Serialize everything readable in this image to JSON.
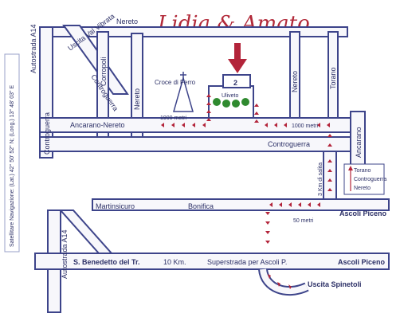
{
  "title": "Lidia & Amato",
  "side_caption": "Satellitare Navigazione: (Lat.) 42° 50' 52\" N; (Long.) 13° 48' 03\" E",
  "colors": {
    "road": "#3d448a",
    "road_fill": "#f7f7fb",
    "route": "#b3243a",
    "title": "#b22a3a",
    "uliveto": "#2f8a2f"
  },
  "labels": {
    "nereto_top": "Nereto",
    "uscita_val_vibrata": "Uscita Val Vibrata",
    "autostrada_top": "Autostrada A14",
    "controguerra_diag": "Controguerra",
    "corropoli": "Corropoli",
    "nereto_vert": "Nereto",
    "croce_di_ferro": "Croce di Ferro",
    "uliveto": "Uliveto",
    "marker_number": "2",
    "nereto_right_vert": "Nereto",
    "torano": "Torano",
    "ancarano_nereto": "Ancarano-Nereto",
    "dist_1900": "1900 metri",
    "dist_1000": "1000 metri",
    "controguerra_left": "Controguerra",
    "controguerra_mid": "Controguerra",
    "ancarano_right": "Ancarano",
    "km3_salita": "3 Km di salita",
    "sign_torano": "Torano",
    "sign_controguerra": "Controguerra",
    "sign_nereto": "Nereto",
    "martinsicuro": "Martinsicuro",
    "bonifica": "Bonifica",
    "ascoli_piceno_1": "Ascoli Piceno",
    "dist_50": "50 metri",
    "autostrada_bottom": "Autostrada A14",
    "s_benedetto": "S. Benedetto del Tr.",
    "km10": "10 Km.",
    "superstrada": "Superstrada per Ascoli P.",
    "ascoli_piceno_2": "Ascoli Piceno",
    "uscita_spinetoli": "Uscita Spinetoli"
  }
}
